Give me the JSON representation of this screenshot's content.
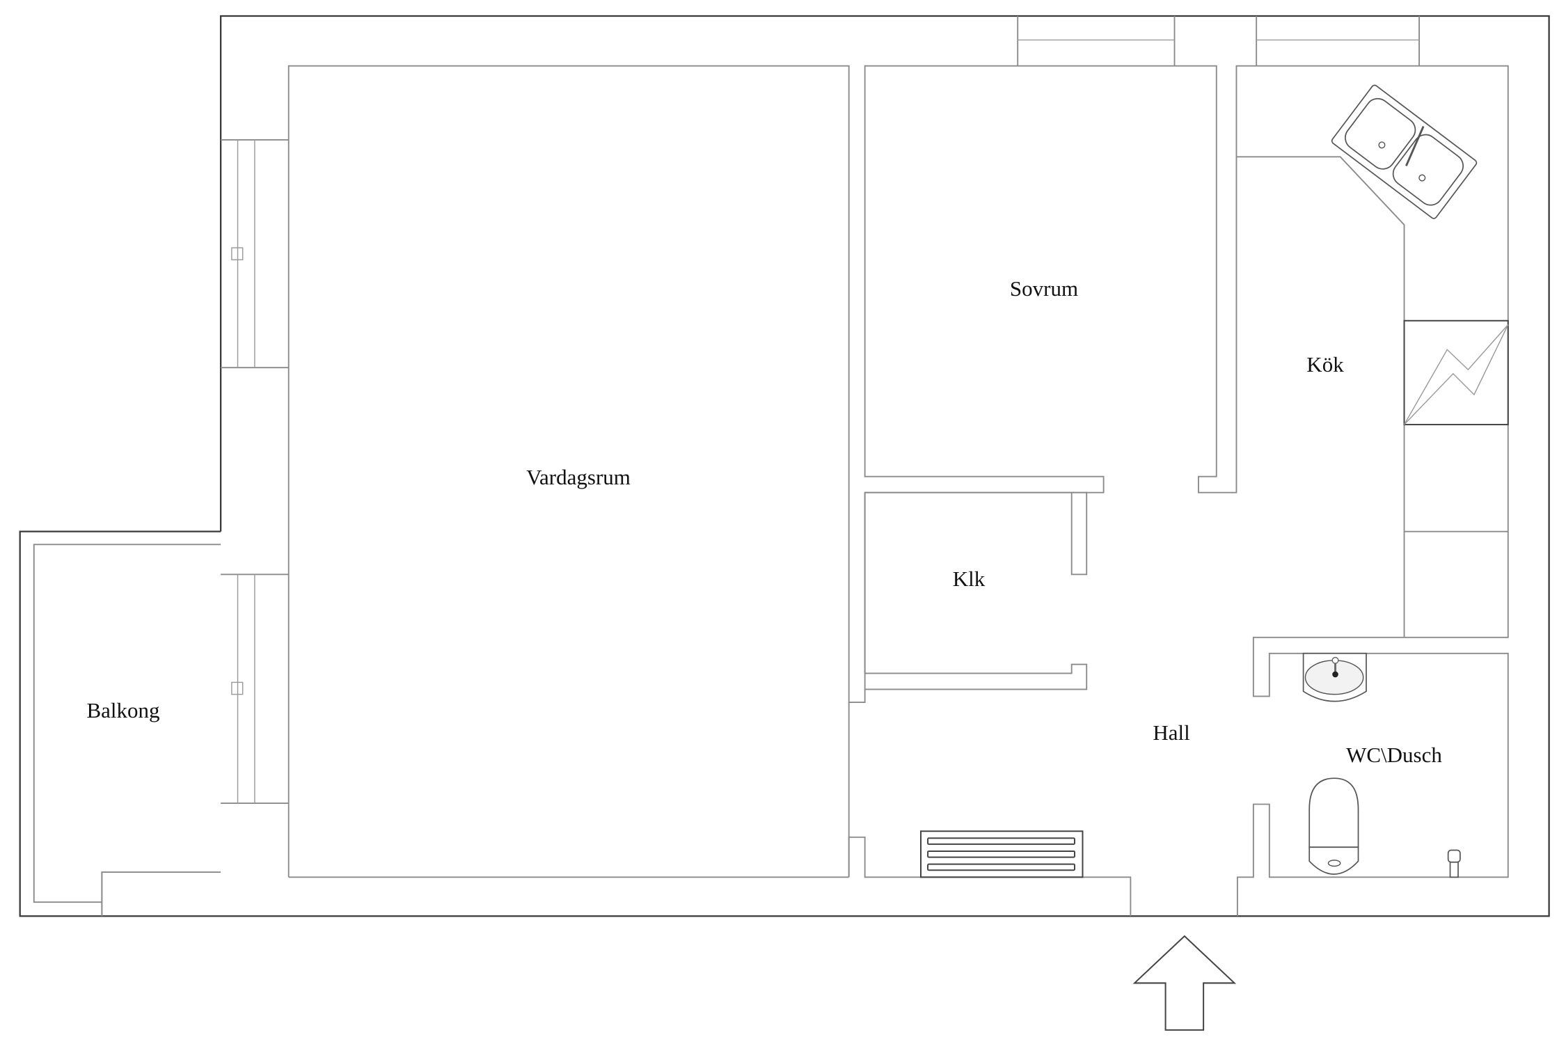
{
  "floorplan": {
    "rooms": [
      {
        "id": "vardagsrum",
        "label": "Vardagsrum"
      },
      {
        "id": "sovrum",
        "label": "Sovrum"
      },
      {
        "id": "kok",
        "label": "Kök"
      },
      {
        "id": "klk",
        "label": "Klk"
      },
      {
        "id": "hall",
        "label": "Hall"
      },
      {
        "id": "wc",
        "label": "WC\\Dusch"
      },
      {
        "id": "balkong",
        "label": "Balkong"
      }
    ],
    "fixtures": [
      "double-sink",
      "stove",
      "washbasin",
      "toilet",
      "floor-drain",
      "radiator"
    ],
    "entrance": "entrance-arrow",
    "colors": {
      "background": "#ffffff",
      "outer_wall": "#3a3a3a",
      "inner_wall": "#8a8a8a",
      "text": "#111111"
    }
  }
}
